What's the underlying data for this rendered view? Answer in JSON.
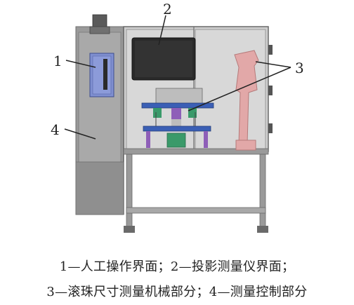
{
  "labels": {
    "one": "1",
    "two": "2",
    "three": "3",
    "four": "4"
  },
  "caption": {
    "line1": "1—人工操作界面；2—投影测量仪界面；",
    "line2": "3—滚珠尺寸测量机械部分；4—测量控制部分"
  },
  "colors": {
    "frame": "#8e8e8e",
    "panel": "#bdbdbd",
    "operator_screen": "#7f8fd0",
    "projector_screen": "#2a2a2a",
    "robot_arm": "#e2a8a8",
    "fixture_green": "#3a9a6a",
    "fixture_purple": "#8e5fb8",
    "mechanism_blue": "#3b5fb5"
  }
}
